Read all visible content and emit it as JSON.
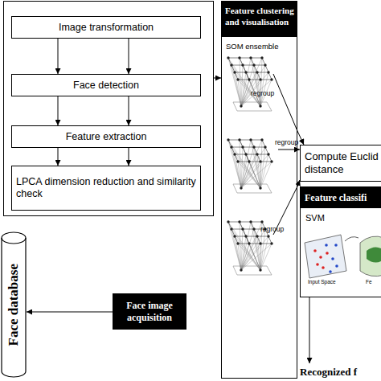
{
  "diagram": {
    "nodes": [
      {
        "text": []
      },
      {
        "text": [
          "Image transformation"
        ],
        "in": 0
      },
      {
        "text": [
          "Face detection"
        ],
        "in": 0
      },
      {
        "text": [
          "Feature extraction"
        ],
        "in": 0
      },
      {
        "text": [
          "LPCA dimension reduction and similarity check"
        ],
        "in": 0
      },
      {
        "text": [
          "Feature clustering and visualisation",
          "SOM ensemble"
        ]
      },
      {
        "text": [
          "Compute Euclid distance"
        ]
      },
      {
        "text": [
          "Feature classifi",
          "SVM"
        ]
      },
      {
        "text": [
          "Recognized f"
        ]
      },
      {
        "text": [
          "Face database"
        ]
      },
      {
        "text": [
          "Face image acquisition"
        ]
      }
    ],
    "edges": [
      {
        "from": 1,
        "to": 2,
        "arrow": "to"
      },
      {
        "from": 1,
        "to": 2,
        "arrow": "to"
      },
      {
        "from": 2,
        "to": 3,
        "arrow": "to"
      },
      {
        "from": 2,
        "to": 3,
        "arrow": "to"
      },
      {
        "from": 3,
        "to": 4,
        "arrow": "to"
      },
      {
        "from": 3,
        "to": 4,
        "arrow": "to"
      },
      {
        "from": 0,
        "to": 5,
        "arrow": "to"
      },
      {
        "from": 5,
        "to": 6,
        "label": "regroup",
        "arrow": "to"
      },
      {
        "from": 5,
        "to": 6,
        "label": "regroup",
        "arrow": "to"
      },
      {
        "from": 5,
        "to": 6,
        "label": "regroup",
        "arrow": "to"
      },
      {
        "from": 7,
        "to": 8,
        "arrow": "to"
      },
      {
        "from": 10,
        "to": 9,
        "arrow": "to"
      }
    ],
    "labels": [
      "Input Space",
      "Fe"
    ]
  }
}
